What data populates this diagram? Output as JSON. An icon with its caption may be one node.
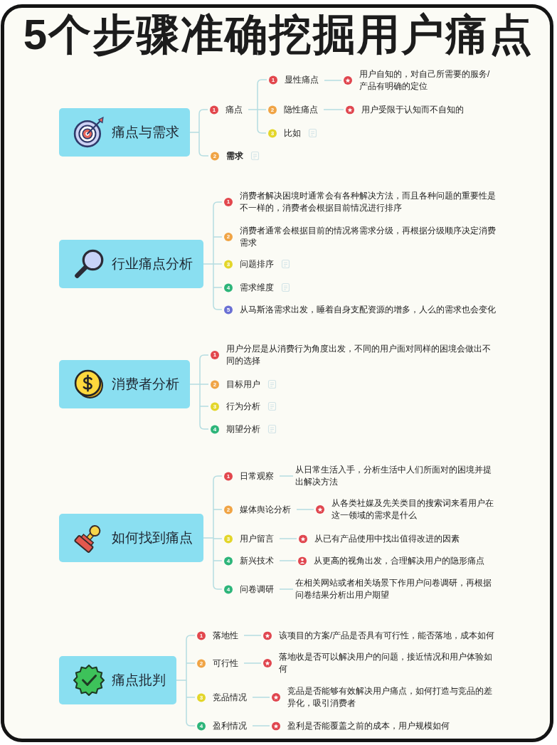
{
  "diagram": {
    "title": "5个步骤准确挖掘用户痛点",
    "nodes": [
      {
        "text": [
          "痛点与需求"
        ]
      },
      {
        "text": [
          "1",
          "痛点"
        ]
      },
      {
        "text": [
          "1",
          "显性痛点"
        ]
      },
      {
        "text": [
          "用户自知的，对自己所需要的服务/产品有明确的定位"
        ]
      },
      {
        "text": [
          "2",
          "隐性痛点"
        ]
      },
      {
        "text": [
          "用户受限于认知而不自知的"
        ]
      },
      {
        "text": [
          "3",
          "比如"
        ]
      },
      {
        "text": [
          "2",
          "需求"
        ]
      },
      {
        "text": [
          "行业痛点分析"
        ]
      },
      {
        "text": [
          "1",
          "消费者解决困境时通常会有各种解决方法，而且各种问题的重要性是不一样的，消费者会根据目前情况进行排序"
        ]
      },
      {
        "text": [
          "2",
          "消费者通常会根据目前的情况将需求分级，再根据分级顺序决定消费需求"
        ]
      },
      {
        "text": [
          "3",
          "问题排序"
        ]
      },
      {
        "text": [
          "4",
          "需求维度"
        ]
      },
      {
        "text": [
          "5",
          "从马斯洛需求出发，睡着自身支配资源的增多，人么的需求也会变化"
        ]
      },
      {
        "text": [
          "消费者分析"
        ]
      },
      {
        "text": [
          "1",
          "用户分层是从消费行为角度出发，不同的用户面对同样的困境会做出不同的选择"
        ]
      },
      {
        "text": [
          "2",
          "目标用户"
        ]
      },
      {
        "text": [
          "3",
          "行为分析"
        ]
      },
      {
        "text": [
          "4",
          "期望分析"
        ]
      },
      {
        "text": [
          "如何找到痛点"
        ]
      },
      {
        "text": [
          "1",
          "日常观察"
        ]
      },
      {
        "text": [
          "从日常生活入手，分析生活中人们所面对的困境并提出解决方法"
        ]
      },
      {
        "text": [
          "2",
          "媒体舆论分析"
        ]
      },
      {
        "text": [
          "从各类社媒及先关类目的搜索词来看用户在这一领域的需求是什么"
        ]
      },
      {
        "text": [
          "3",
          "用户留言"
        ]
      },
      {
        "text": [
          "从已有产品使用中找出值得改进的因素"
        ]
      },
      {
        "text": [
          "4",
          "新兴技术"
        ]
      },
      {
        "text": [
          "从更高的视角出发，合理解决用户的隐形痛点"
        ]
      },
      {
        "text": [
          "4",
          "问卷调研"
        ]
      },
      {
        "text": [
          "在相关网站或者相关场景下作用户问卷调研，再根据问卷结果分析出用户期望"
        ]
      },
      {
        "text": [
          "痛点批判"
        ]
      },
      {
        "text": [
          "1",
          "落地性"
        ]
      },
      {
        "text": [
          "该项目的方案/产品是否具有可行性，能否落地，成本如何"
        ]
      },
      {
        "text": [
          "2",
          "可行性"
        ]
      },
      {
        "text": [
          "落地收是否可以解决用户的问题，接近情况和用户体验如何"
        ]
      },
      {
        "text": [
          "3",
          "竞品情况"
        ]
      },
      {
        "text": [
          "竞品是否能够有效解决用户痛点，如何打造与竞品的差异化，吸引消费者"
        ]
      },
      {
        "text": [
          "4",
          "盈利情况"
        ]
      },
      {
        "text": [
          "盈利是否能覆盖之前的成本，用户规模如何"
        ]
      }
    ],
    "edges": [
      {
        "from": 0,
        "to": 1,
        "arrow": "none"
      },
      {
        "from": 0,
        "to": 7,
        "arrow": "none"
      },
      {
        "from": 1,
        "to": 2,
        "arrow": "none"
      },
      {
        "from": 1,
        "to": 4,
        "arrow": "none"
      },
      {
        "from": 1,
        "to": 6,
        "arrow": "none"
      },
      {
        "from": 2,
        "to": 3,
        "arrow": "none"
      },
      {
        "from": 4,
        "to": 5,
        "arrow": "none"
      },
      {
        "from": 8,
        "to": 9,
        "arrow": "none"
      },
      {
        "from": 8,
        "to": 10,
        "arrow": "none"
      },
      {
        "from": 8,
        "to": 11,
        "arrow": "none"
      },
      {
        "from": 8,
        "to": 12,
        "arrow": "none"
      },
      {
        "from": 8,
        "to": 13,
        "arrow": "none"
      },
      {
        "from": 14,
        "to": 15,
        "arrow": "none"
      },
      {
        "from": 14,
        "to": 16,
        "arrow": "none"
      },
      {
        "from": 14,
        "to": 17,
        "arrow": "none"
      },
      {
        "from": 14,
        "to": 18,
        "arrow": "none"
      },
      {
        "from": 19,
        "to": 20,
        "arrow": "none"
      },
      {
        "from": 19,
        "to": 22,
        "arrow": "none"
      },
      {
        "from": 19,
        "to": 24,
        "arrow": "none"
      },
      {
        "from": 19,
        "to": 26,
        "arrow": "none"
      },
      {
        "from": 19,
        "to": 28,
        "arrow": "none"
      },
      {
        "from": 20,
        "to": 21,
        "arrow": "none"
      },
      {
        "from": 22,
        "to": 23,
        "arrow": "none"
      },
      {
        "from": 24,
        "to": 25,
        "arrow": "none"
      },
      {
        "from": 26,
        "to": 27,
        "arrow": "none"
      },
      {
        "from": 28,
        "to": 29,
        "arrow": "none"
      },
      {
        "from": 30,
        "to": 31,
        "arrow": "none"
      },
      {
        "from": 30,
        "to": 33,
        "arrow": "none"
      },
      {
        "from": 30,
        "to": 35,
        "arrow": "none"
      },
      {
        "from": 30,
        "to": 37,
        "arrow": "none"
      },
      {
        "from": 31,
        "to": 32,
        "arrow": "none"
      },
      {
        "from": 33,
        "to": 34,
        "arrow": "none"
      },
      {
        "from": 35,
        "to": 36,
        "arrow": "none"
      },
      {
        "from": 37,
        "to": 38,
        "arrow": "none"
      }
    ]
  }
}
